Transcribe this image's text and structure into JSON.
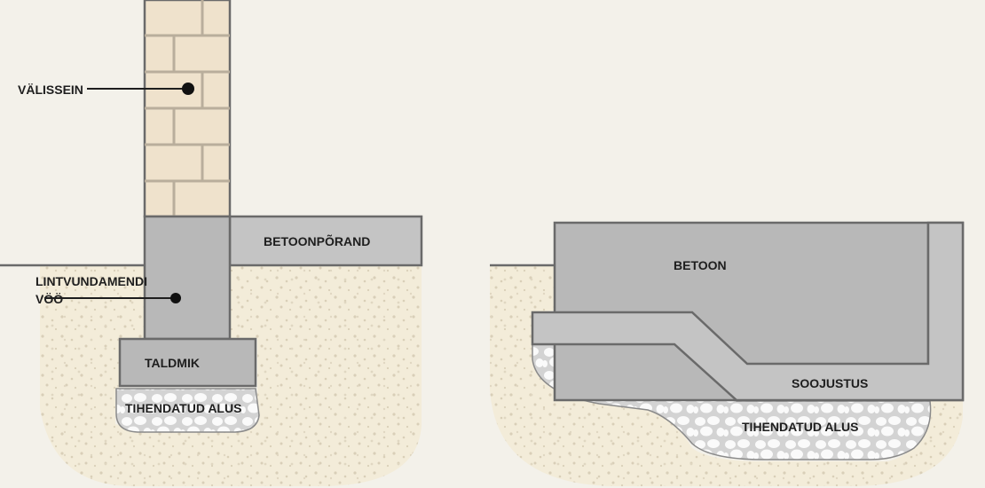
{
  "labels": {
    "exterior_wall": "VÄLISSEIN",
    "concrete_floor": "BETOONPÕRAND",
    "strip_foundation_line1": "LINTVUNDAMENDI",
    "strip_foundation_line2": "VÖÖ",
    "footing": "TALDMIK",
    "compacted_base_left": "TIHENDATUD ALUS",
    "concrete": "BETOON",
    "insulation": "SOOJUSTUS",
    "compacted_base_right": "TIHENDATUD ALUS"
  },
  "colors": {
    "background": "#f3f1ea",
    "soil": "#f3ecd9",
    "soil_dots": "#d9cfb8",
    "brick": "#efe2cc",
    "mortar": "#b9ae9c",
    "concrete": "#b8b8b8",
    "concrete_light": "#c4c4c4",
    "outline": "#6a6a6a",
    "gravel_bg": "#d3d3d3",
    "gravel_stone": "#fafafa",
    "text": "#1e1e1e"
  }
}
